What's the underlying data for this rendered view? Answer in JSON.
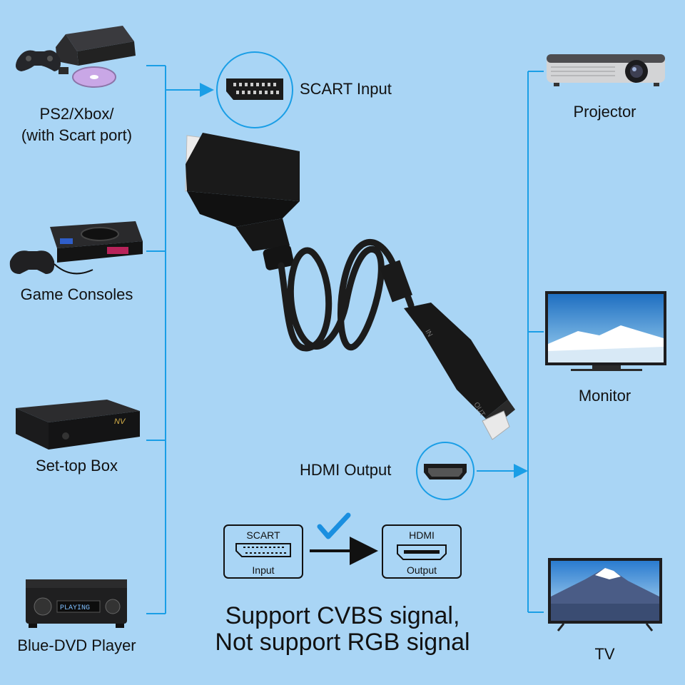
{
  "sources": [
    {
      "icon": "game-console-dvd-icon",
      "label_lines": [
        "PS2/Xbox/",
        "(with Scart port)"
      ]
    },
    {
      "icon": "retro-game-console-icon",
      "label_lines": [
        "Game Consoles"
      ]
    },
    {
      "icon": "set-top-box-icon",
      "label_lines": [
        "Set-top Box"
      ]
    },
    {
      "icon": "dvd-player-icon",
      "label_lines": [
        "Blue-DVD Player"
      ]
    }
  ],
  "set_top_box_brand": "NV",
  "dvd_display_text": "PLAYING",
  "destinations": [
    {
      "icon": "projector-icon",
      "label": "Projector"
    },
    {
      "icon": "monitor-icon",
      "label": "Monitor"
    },
    {
      "icon": "tv-icon",
      "label": "TV"
    }
  ],
  "input_port": {
    "label": "SCART Input",
    "icon": "scart-port-icon"
  },
  "output_port": {
    "label": "HDMI Output",
    "icon": "hdmi-port-icon"
  },
  "cable_marks": {
    "in": "IN",
    "out": "OUT"
  },
  "flow": {
    "from_title": "SCART",
    "from_sub": "Input",
    "to_title": "HDMI",
    "to_sub": "Output",
    "check_icon": "checkmark-icon"
  },
  "notes": {
    "line1": "Support CVBS signal,",
    "line2": "Not support RGB signal"
  },
  "colors": {
    "background": "#a9d5f5",
    "connector_line": "#1a9ee6",
    "check": "#1a8fe0",
    "cable": "#1c1c1c"
  }
}
